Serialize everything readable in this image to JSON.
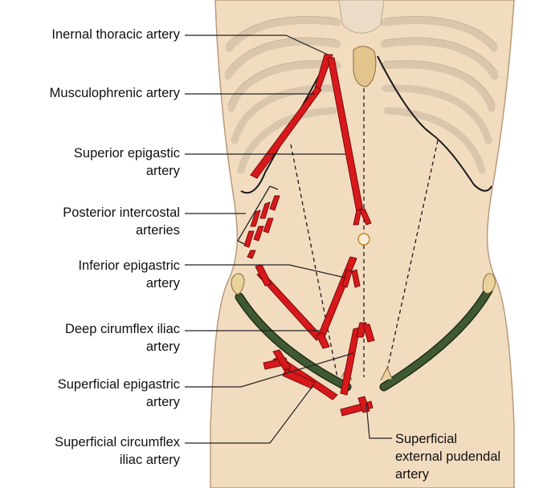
{
  "labels": {
    "internal_thoracic": [
      "Inernal thoracic artery"
    ],
    "musculophrenic": [
      "Musculophrenic artery"
    ],
    "superior_epigastic": [
      "Superior epigastic",
      "artery"
    ],
    "posterior_intercostal": [
      "Posterior intercostal",
      "arteries"
    ],
    "inferior_epigastric": [
      "Inferior epigastric",
      "artery"
    ],
    "deep_circumflex": [
      "Deep cirumflex iliac",
      "artery"
    ],
    "superficial_epigastric": [
      "Superficial epigastric",
      "artery"
    ],
    "superficial_circumflex": [
      "Superficial circumflex",
      "iliac artery"
    ],
    "superficial_pudendal": [
      "Superficial",
      "external pudendal",
      "artery"
    ]
  },
  "colors": {
    "skin": "#f2dcc0",
    "skin_shadow": "#e8cba8",
    "rib": "#e9dcc9",
    "rib_outline": "#c9b8a2",
    "artery": "#d8191c",
    "artery_outline": "#7a0a0c",
    "iliac_crest": "#3f5a32",
    "leader": "#222222"
  }
}
